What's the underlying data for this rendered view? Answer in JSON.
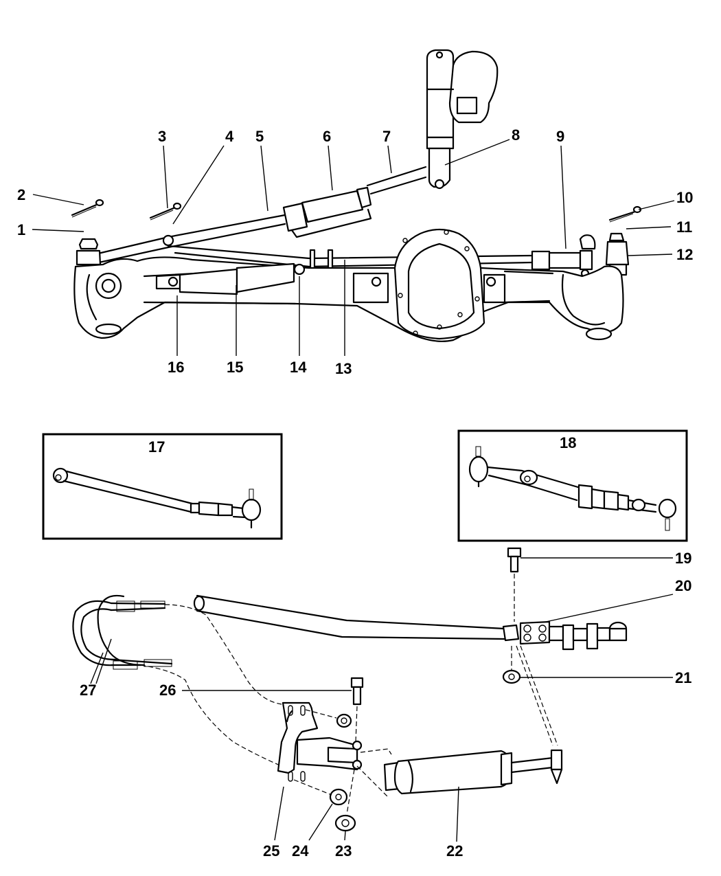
{
  "diagram": {
    "title": "Front Axle Steering Linkage and Steering Damper",
    "colors": {
      "ink": "#000000",
      "paper": "#ffffff"
    },
    "callouts": [
      {
        "id": "c1",
        "label": "1",
        "part": "tie-rod-end-left"
      },
      {
        "id": "c2",
        "label": "2",
        "part": "cotter-pin"
      },
      {
        "id": "c3",
        "label": "3",
        "part": "cotter-pin"
      },
      {
        "id": "c4",
        "label": "4",
        "part": "castle-nut"
      },
      {
        "id": "c5",
        "label": "5",
        "part": "drag-link"
      },
      {
        "id": "c6",
        "label": "6",
        "part": "adjusting-sleeve-clamp"
      },
      {
        "id": "c7",
        "label": "7",
        "part": "drag-link-end"
      },
      {
        "id": "c8",
        "label": "8",
        "part": "pitman-arm"
      },
      {
        "id": "c9",
        "label": "9",
        "part": "tie-rod-adjuster"
      },
      {
        "id": "c10",
        "label": "10",
        "part": "cotter-pin"
      },
      {
        "id": "c11",
        "label": "11",
        "part": "castle-nut"
      },
      {
        "id": "c12",
        "label": "12",
        "part": "tie-rod-end-right"
      },
      {
        "id": "c13",
        "label": "13",
        "part": "tie-rod"
      },
      {
        "id": "c14",
        "label": "14",
        "part": "damper-mount-bolt"
      },
      {
        "id": "c15",
        "label": "15",
        "part": "steering-damper"
      },
      {
        "id": "c16",
        "label": "16",
        "part": "damper-bracket"
      },
      {
        "id": "c17",
        "label": "17",
        "part": "drag-link-assembly-inset"
      },
      {
        "id": "c18",
        "label": "18",
        "part": "tie-rod-assembly-inset"
      },
      {
        "id": "c19",
        "label": "19",
        "part": "bolt"
      },
      {
        "id": "c20",
        "label": "20",
        "part": "damper-clamp"
      },
      {
        "id": "c21",
        "label": "21",
        "part": "nut"
      },
      {
        "id": "c22",
        "label": "22",
        "part": "steering-damper"
      },
      {
        "id": "c23",
        "label": "23",
        "part": "nut"
      },
      {
        "id": "c24",
        "label": "24",
        "part": "nut"
      },
      {
        "id": "c25",
        "label": "25",
        "part": "damper-bracket"
      },
      {
        "id": "c26",
        "label": "26",
        "part": "bolt"
      },
      {
        "id": "c27",
        "label": "27",
        "part": "u-bolt"
      }
    ],
    "insets": [
      {
        "label": "17",
        "content": "drag-link-assembly"
      },
      {
        "label": "18",
        "content": "tie-rod-assembly"
      }
    ]
  }
}
